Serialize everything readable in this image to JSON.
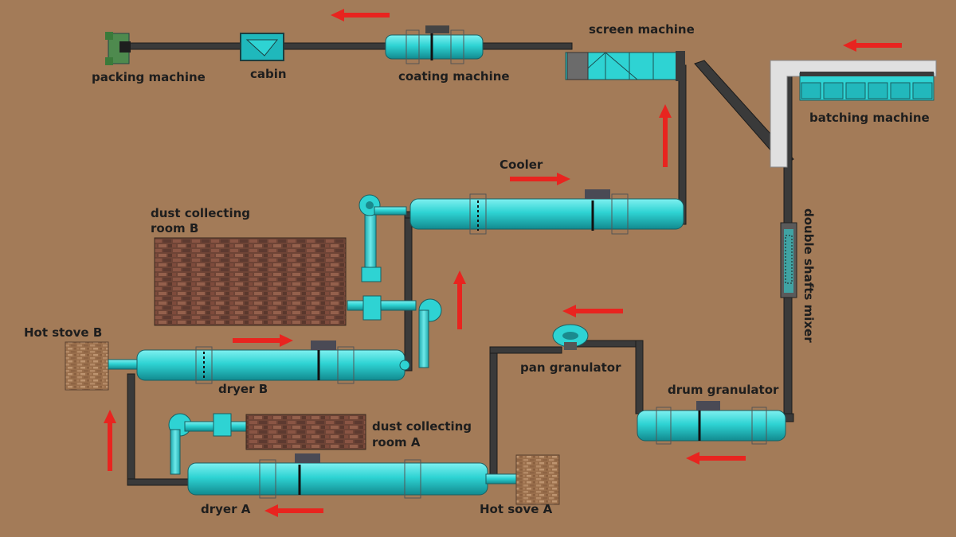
{
  "labels": {
    "packing_machine": "packing machine",
    "cabin": "cabin",
    "coating_machine": "coating machine",
    "screen_machine": "screen machine",
    "batching_machine": "batching machine",
    "cooler": "Cooler",
    "dust_room_b_line1": "dust collecting",
    "dust_room_b_line2": "room B",
    "hot_stove_b": "Hot stove B",
    "dryer_b": "dryer B",
    "double_shafts_mixer": "double shafts mixer",
    "pan_granulator": "pan granulator",
    "drum_granulator": "drum granulator",
    "dust_room_a_line1": "dust collecting",
    "dust_room_a_line2": "room A",
    "dryer_a": "dryer A",
    "hot_stove_a": "Hot sove A"
  },
  "colors": {
    "background": "#a37b58",
    "drum": "#2ed3d3",
    "conveyor": "#3a3a3a",
    "arrow": "#e8241f",
    "brick": "#7a4a3a",
    "stove_brick": "#a77d58"
  },
  "arrows": [
    "left",
    "left",
    "right",
    "right",
    "up",
    "up",
    "up",
    "left",
    "left",
    "left"
  ]
}
